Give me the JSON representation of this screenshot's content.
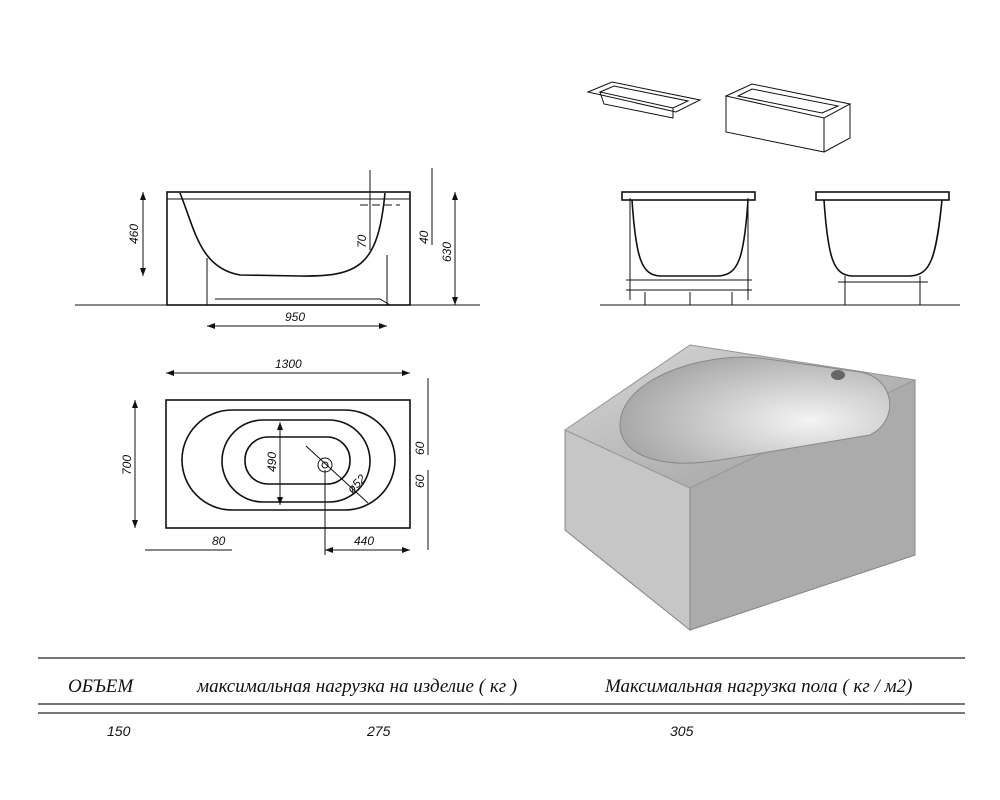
{
  "side_view": {
    "dim_depth": "460",
    "dim_overflow": "70",
    "dim_rim": "40",
    "dim_height": "630",
    "dim_bottom": "950"
  },
  "top_view": {
    "dim_length": "1300",
    "dim_width": "700",
    "dim_inner_width": "490",
    "dim_drain": "ø52",
    "dim_side1": "60",
    "dim_side2": "60",
    "dim_offset": "80",
    "dim_drain_pos": "440"
  },
  "table": {
    "headers": [
      "ОБЪЕМ",
      "максимальная нагрузка на изделие ( кг )",
      "Максимальная нагрузка пола ( кг / м2)"
    ],
    "values": [
      "150",
      "275",
      "305"
    ]
  }
}
